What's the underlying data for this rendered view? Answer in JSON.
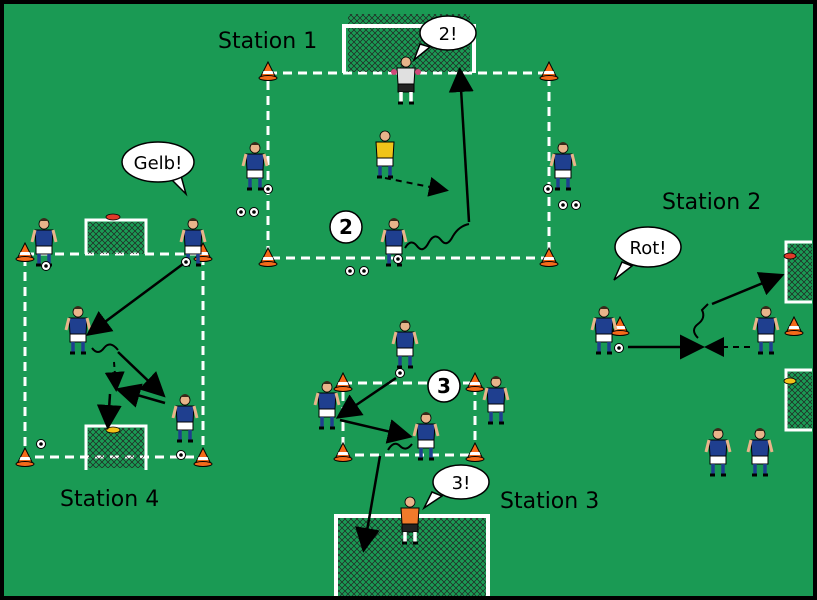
{
  "stations": {
    "s1": "Station 1",
    "s2": "Station 2",
    "s3": "Station 3",
    "s4": "Station 4"
  },
  "bubbles": {
    "keeper1": "2!",
    "gelb": "Gelb!",
    "rot": "Rot!",
    "keeper3": "3!"
  },
  "markers": {
    "two": "2",
    "three": "3"
  },
  "colors": {
    "pitch": "#1a9a54",
    "team_shirt": "#1f3f8f",
    "keeper1_shirt": "#e0e0e0",
    "yellow_bib": "#f0c419",
    "keeper3_shirt": "#f07a2a",
    "cone": "#f46a1a",
    "flag_yellow": "#f2c21a",
    "flag_red": "#e03a2a"
  }
}
